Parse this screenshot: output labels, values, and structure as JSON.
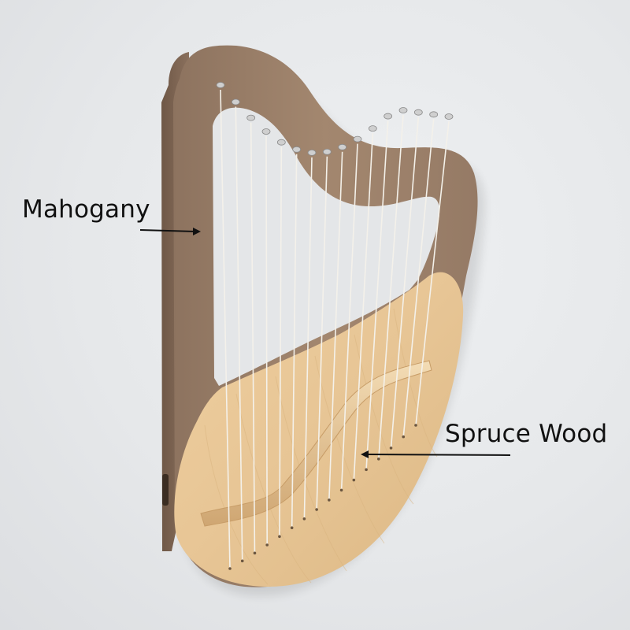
{
  "annotations": {
    "mahogany_label": "Mahogany",
    "spruce_label": "Spruce Wood"
  },
  "colors": {
    "background": "#e6e8ea",
    "mahogany": "#9a7e69",
    "mahogany_shadow": "#7d6453",
    "spruce": "#e6c495",
    "string": "#f4f1ea",
    "tuning_pin": "#cfcfcf",
    "arrow": "#111111"
  },
  "instrument": {
    "string_count": 16
  }
}
